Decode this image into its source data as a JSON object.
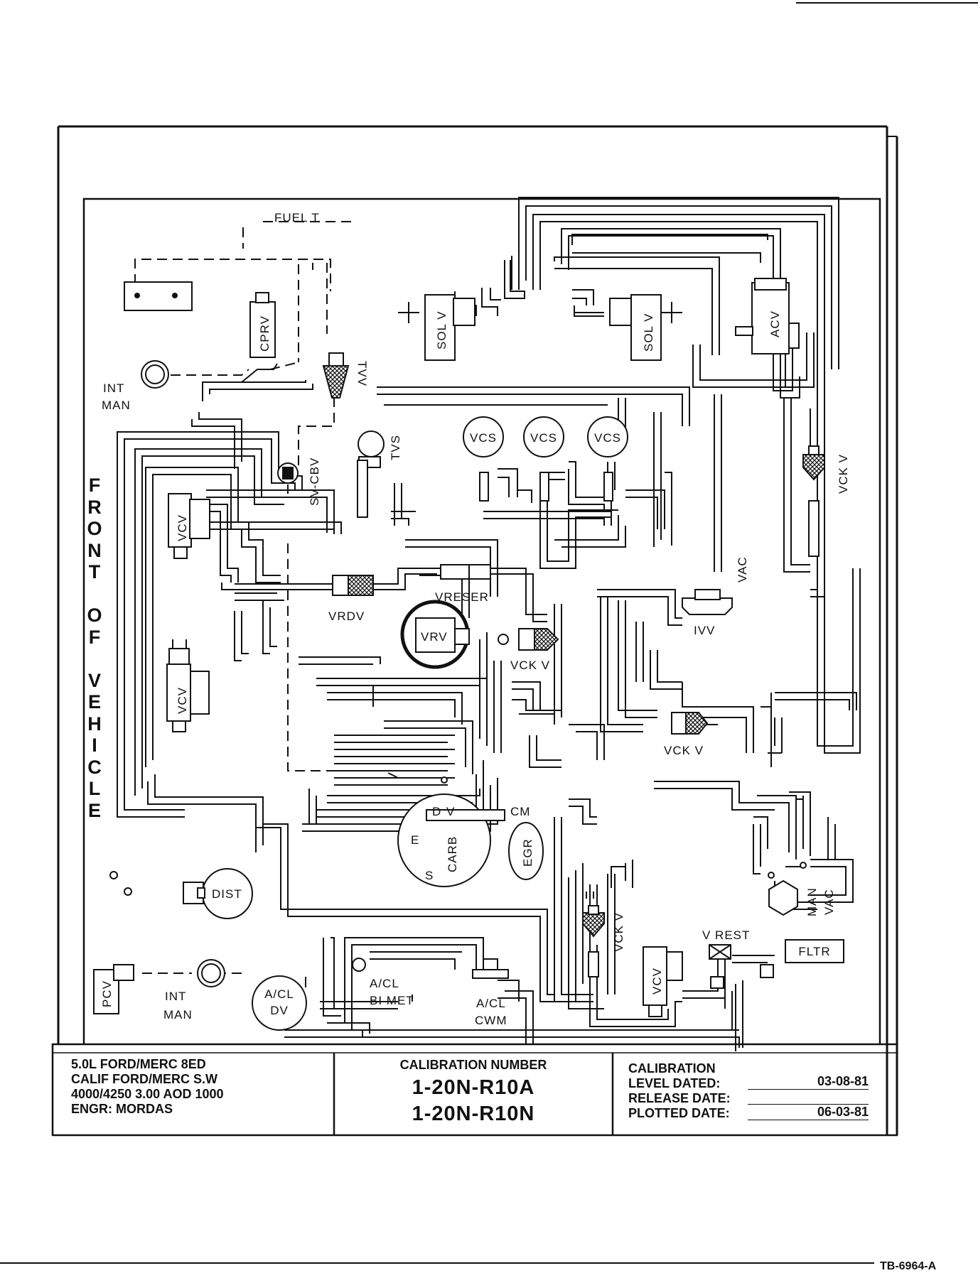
{
  "diagram": {
    "side_label": [
      "F",
      "R",
      "O",
      "N",
      "T",
      "",
      "O",
      "F",
      "",
      "V",
      "E",
      "H",
      "I",
      "C",
      "L",
      "E"
    ],
    "components": {
      "fuel_t": "FUEL T",
      "cprv": "CPRV",
      "tvv": "TVV",
      "int_man_top": [
        "INT",
        "MAN"
      ],
      "sol_v_left": "SOL V",
      "sol_v_right": "SOL V",
      "acv": "ACV",
      "vcs": [
        "VCS",
        "VCS",
        "VCS"
      ],
      "sv_cbv": "SV-CBV",
      "tvs": "TVS",
      "vck_v_right": "VCK V",
      "vcv_upper": "VCV",
      "vrdv": "VRDV",
      "vreser": "VRESER",
      "vrv": "VRV",
      "vck_v_center": "VCK V",
      "vac": "VAC",
      "ivv": "IVV",
      "vcv_middle": "VCV",
      "vck_v_lower": "VCK V",
      "cm": "CM",
      "carb": "CARB",
      "carb_ports": [
        "D",
        "V",
        "E",
        "S"
      ],
      "egr": "EGR",
      "dist": "DIST",
      "man_vac": [
        "MAN",
        "VAC"
      ],
      "vck_v_bottom": "VCK V",
      "v_rest": "V REST",
      "fltr": "FLTR",
      "vcv_lower": "VCV",
      "pcv": "PCV",
      "int_man_bottom": [
        "INT",
        "MAN"
      ],
      "acl_dv": [
        "A/CL",
        "DV"
      ],
      "acl_bimet": [
        "A/CL",
        "BI MET"
      ],
      "acl_cwm": [
        "A/CL",
        "CWM"
      ]
    }
  },
  "title_block": {
    "vehicle": [
      "5.0L FORD/MERC 8ED",
      "CALIF FORD/MERC S.W",
      "4000/4250 3.00 AOD 1000",
      "ENGR: MORDAS"
    ],
    "calibration_heading": "CALIBRATION NUMBER",
    "calibration_numbers": [
      "1-20N-R10A",
      "1-20N-R10N"
    ],
    "calibration_label": "CALIBRATION",
    "level_dated_label": "LEVEL DATED:",
    "level_dated": "03-08-81",
    "release_date_label": "RELEASE DATE:",
    "release_date": "",
    "plotted_date_label": "PLOTTED DATE:",
    "plotted_date": "06-03-81"
  },
  "footer_code": "TB-6964-A"
}
